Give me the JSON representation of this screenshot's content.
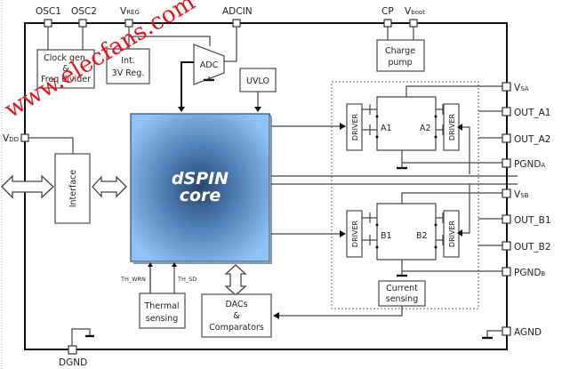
{
  "diagram": {
    "title": "dSPIN core block diagram",
    "watermark": "www.elecfans.com",
    "top_pins": [
      {
        "id": "osc1",
        "label": "OSC1",
        "sub": ""
      },
      {
        "id": "osc2",
        "label": "OSC2",
        "sub": ""
      },
      {
        "id": "vreg",
        "label": "V",
        "sub": "REG"
      },
      {
        "id": "adcin",
        "label": "ADCIN",
        "sub": ""
      },
      {
        "id": "cp",
        "label": "CP",
        "sub": ""
      },
      {
        "id": "vboot",
        "label": "V",
        "sub": "boot"
      }
    ],
    "right_pins": [
      {
        "id": "vsa",
        "label": "V",
        "sub": "SA"
      },
      {
        "id": "out_a1",
        "label": "OUT_A1",
        "sub": ""
      },
      {
        "id": "out_a2",
        "label": "OUT_A2",
        "sub": ""
      },
      {
        "id": "pgnda",
        "label": "PGND",
        "sub": "A"
      },
      {
        "id": "vsb",
        "label": "V",
        "sub": "SB"
      },
      {
        "id": "out_b1",
        "label": "OUT_B1",
        "sub": ""
      },
      {
        "id": "out_b2",
        "label": "OUT_B2",
        "sub": ""
      },
      {
        "id": "pgndb",
        "label": "PGND",
        "sub": "B"
      },
      {
        "id": "agnd",
        "label": "AGND",
        "sub": ""
      }
    ],
    "left_pins": [
      {
        "id": "vdd",
        "label": "V",
        "sub": "DD"
      }
    ],
    "bottom_pins": [
      {
        "id": "dgnd",
        "label": "DGND",
        "sub": ""
      }
    ],
    "blocks": {
      "clock": [
        "Clock gen.",
        "&",
        "Freq divider"
      ],
      "reg": [
        "Int.",
        "3V Reg."
      ],
      "adc": "ADC",
      "uvlo": "UVLO",
      "charge_pump": [
        "Charge",
        "pump"
      ],
      "interface": "Interface",
      "core": [
        "dSPIN",
        "core"
      ],
      "thermal": [
        "Thermal",
        "sensing"
      ],
      "dacs": [
        "DACs",
        "&",
        "Comparators"
      ],
      "current": [
        "Current",
        "sensing"
      ],
      "driver": "DRIVER"
    },
    "bridge_labels": {
      "a1": "A1",
      "a2": "A2",
      "b1": "B1",
      "b2": "B2"
    },
    "signals": {
      "th_wrn": "TH_WRN",
      "th_sd": "TH_SD"
    }
  }
}
